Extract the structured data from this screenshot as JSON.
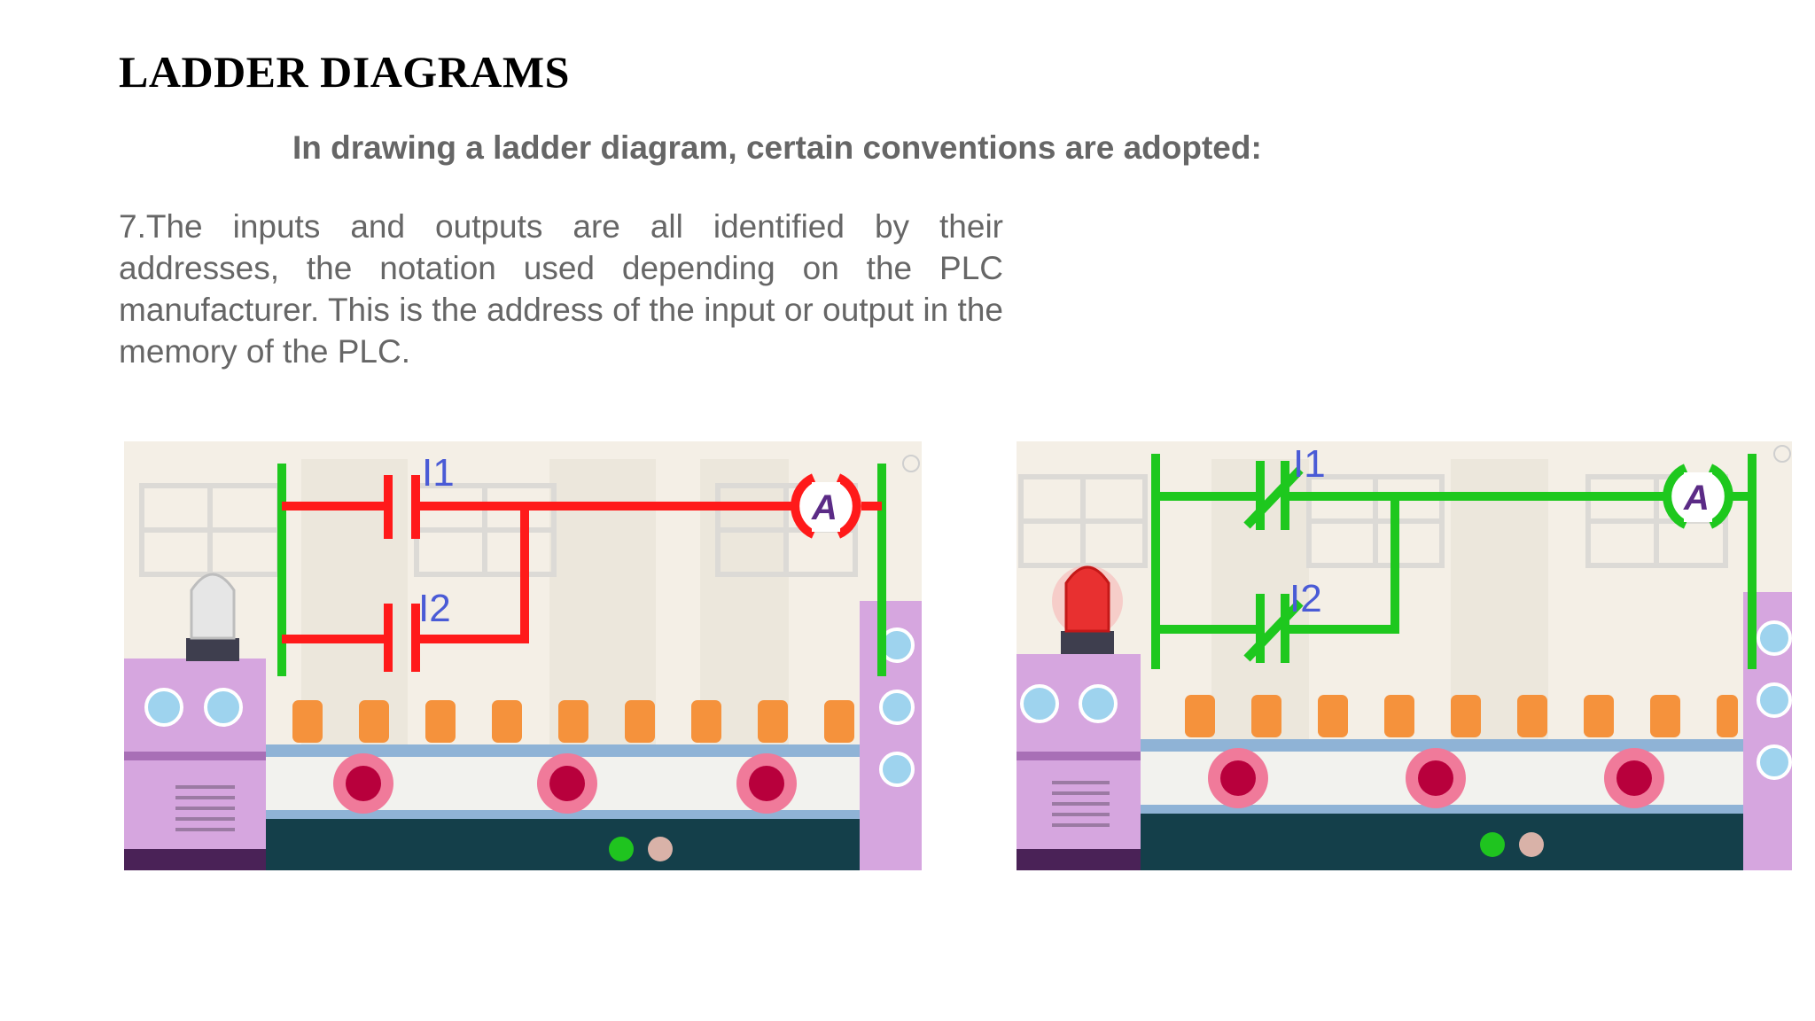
{
  "slide": {
    "title": "LADDER DIAGRAMS",
    "subtitle": "In drawing a ladder diagram, certain conventions are adopted:",
    "body": "7.The inputs and outputs are all identified by their addresses, the notation used depending on the PLC manufacturer. This is the address of the input or output in the memory of the PLC."
  },
  "figures": {
    "left": {
      "state": "de-energized",
      "rung_color": "#ff1a1a",
      "rail_color": "#1ec81e",
      "lamp": "lamp-off",
      "labels": {
        "input1": "I1",
        "input2": "I2",
        "coil": "A"
      }
    },
    "right": {
      "state": "energized",
      "rung_color": "#1ec81e",
      "rail_color": "#1ec81e",
      "lamp": "lamp-on",
      "labels": {
        "input1": "I1",
        "input2": "I2",
        "coil": "A"
      }
    }
  }
}
